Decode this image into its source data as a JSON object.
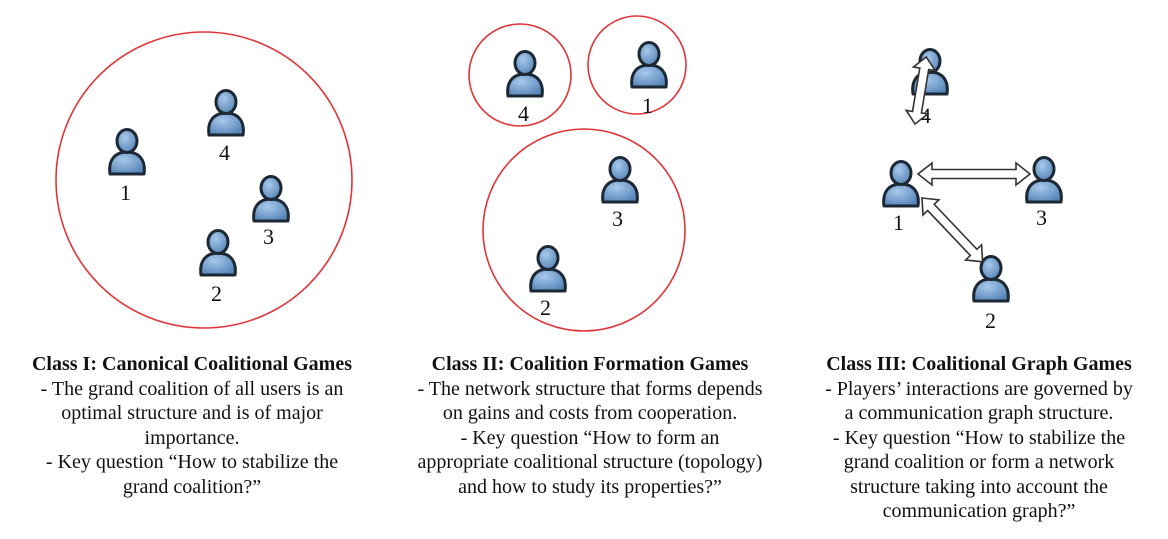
{
  "panels": [
    {
      "title": "Class I: Canonical Coalitional Games",
      "lines": [
        "- The grand coalition of all users is an",
        "optimal structure and is of major",
        "importance.",
        "- Key question “How to stabilize the",
        "grand coalition?”"
      ],
      "player_labels": [
        "1",
        "4",
        "3",
        "2"
      ]
    },
    {
      "title": "Class II: Coalition Formation Games",
      "lines": [
        "- The network structure that forms depends",
        "on gains and costs from cooperation.",
        "- Key question  “How to form an",
        "appropriate coalitional structure (topology)",
        "and how to study its properties?”"
      ],
      "player_labels": [
        "4",
        "1",
        "3",
        "2"
      ]
    },
    {
      "title": "Class III: Coalitional Graph Games",
      "lines": [
        "- Players’ interactions are governed by",
        "a communication graph structure.",
        "- Key question “How to stabilize the",
        "grand coalition or form a network",
        "structure taking into account the",
        "communication graph?”"
      ],
      "player_labels": [
        "4",
        "1",
        "3",
        "2"
      ]
    }
  ],
  "colors": {
    "coalition_circle": "#e0343a",
    "player_fill": "#6f9dcc",
    "player_outline": "#1c2833",
    "arrow_outline": "#333333",
    "arrow_fill": "#ffffff"
  },
  "icon": "user-icon"
}
